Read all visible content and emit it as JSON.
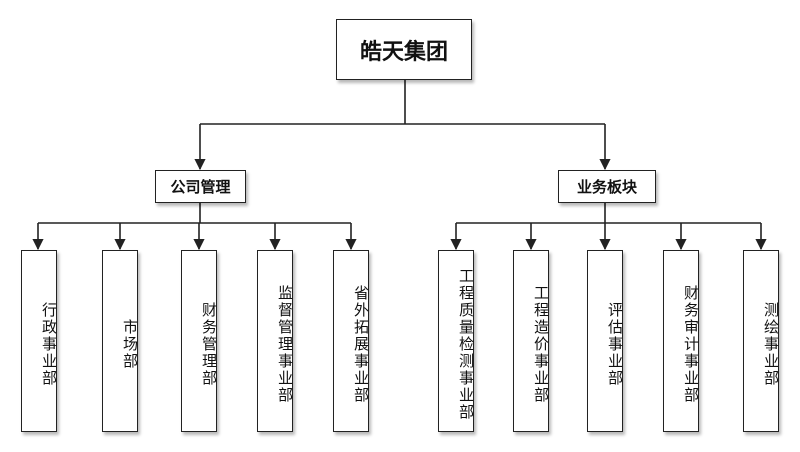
{
  "root": {
    "label": "皓天集团"
  },
  "branches": [
    {
      "label": "公司管理",
      "children": [
        "行政事业部",
        "市场部",
        "财务管理部",
        "监督管理事业部",
        "省外拓展事业部"
      ]
    },
    {
      "label": "业务板块",
      "children": [
        "工程质量检测事业部",
        "工程造价事业部",
        "评估事业部",
        "财务审计事业部",
        "测绘事业部"
      ]
    }
  ],
  "colors": {
    "line": "#222222",
    "box_border": "#222222",
    "text": "#111111"
  }
}
